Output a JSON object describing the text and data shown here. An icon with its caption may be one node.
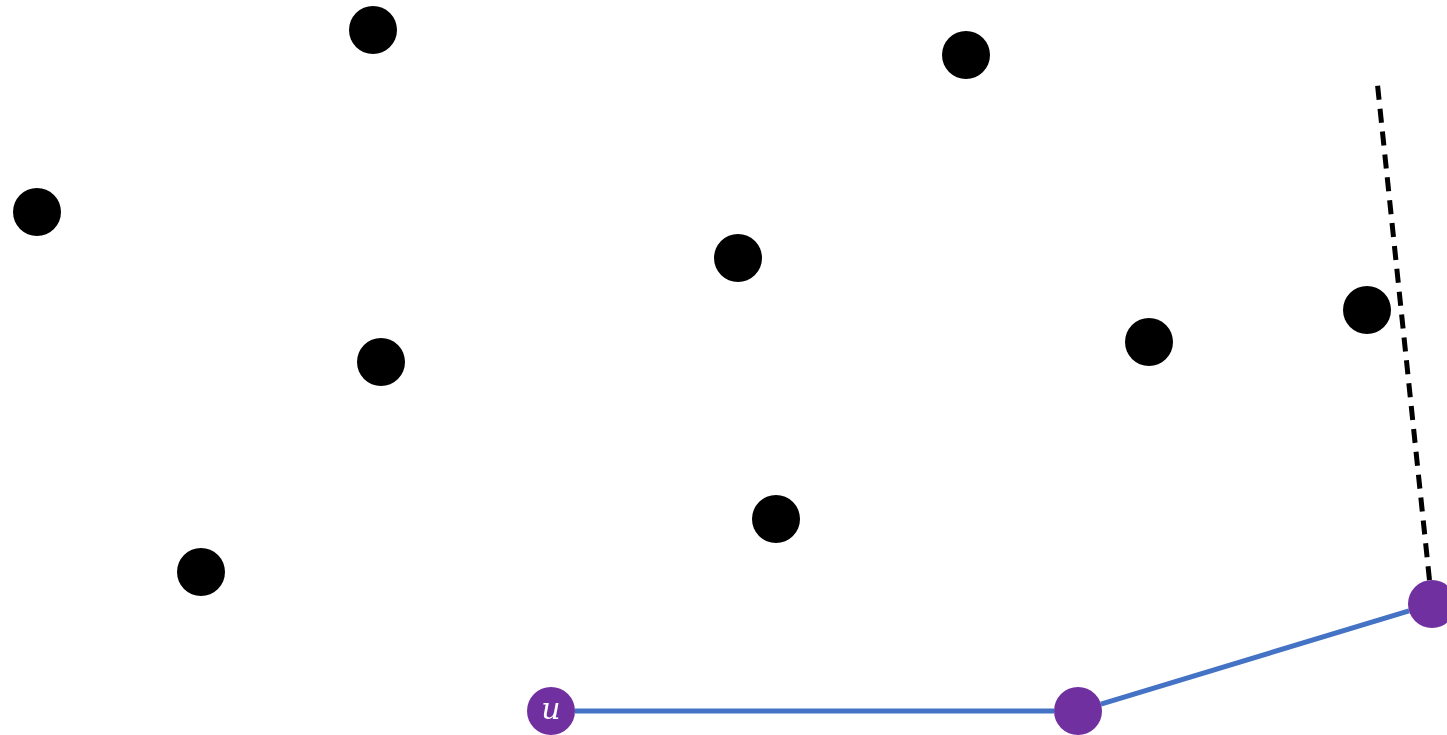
{
  "diagram": {
    "nodes": [
      {
        "text": [],
        "shape": "circle"
      },
      {
        "text": [],
        "shape": "circle"
      },
      {
        "text": [],
        "shape": "circle"
      },
      {
        "text": [],
        "shape": "circle"
      },
      {
        "text": [],
        "shape": "circle"
      },
      {
        "text": [],
        "shape": "circle"
      },
      {
        "text": [],
        "shape": "circle"
      },
      {
        "text": [],
        "shape": "circle"
      },
      {
        "text": [],
        "shape": "circle"
      },
      {
        "text": [
          "u"
        ]
      },
      {
        "text": [],
        "shape": "circle"
      },
      {
        "text": [],
        "shape": "circle"
      }
    ],
    "edges": [
      {
        "from": 9,
        "to": 10,
        "arrow": "none"
      },
      {
        "from": 10,
        "to": 11,
        "arrow": "none"
      },
      {
        "from": 11,
        "to": null,
        "arrow": "none",
        "style": "dashed",
        "color": "#000000"
      }
    ]
  }
}
